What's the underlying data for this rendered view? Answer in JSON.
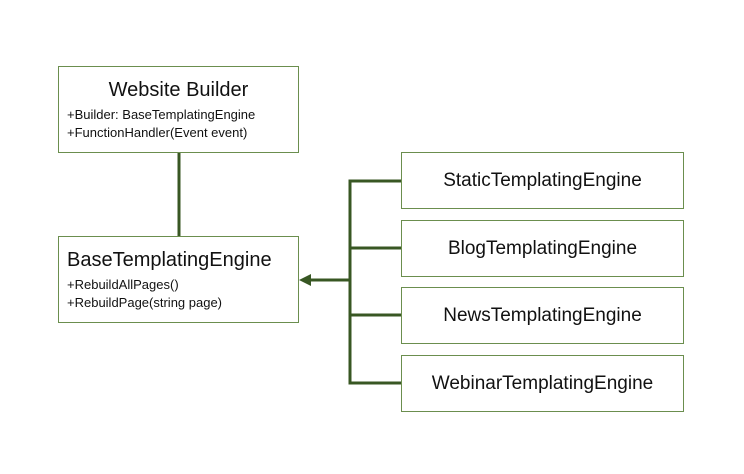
{
  "colors": {
    "border": "#6b8e4e",
    "connector": "#385723",
    "text": "#111111",
    "background": "#ffffff"
  },
  "website_builder": {
    "title": "Website Builder",
    "members": [
      "+Builder: BaseTemplatingEngine",
      "+FunctionHandler(Event  event)"
    ]
  },
  "base_engine": {
    "title": "BaseTemplatingEngine",
    "members": [
      "+RebuildAllPages()",
      "+RebuildPage(string page)"
    ]
  },
  "engines": [
    "StaticTemplatingEngine",
    "BlogTemplatingEngine",
    "NewsTemplatingEngine",
    "WebinarTemplatingEngine"
  ]
}
